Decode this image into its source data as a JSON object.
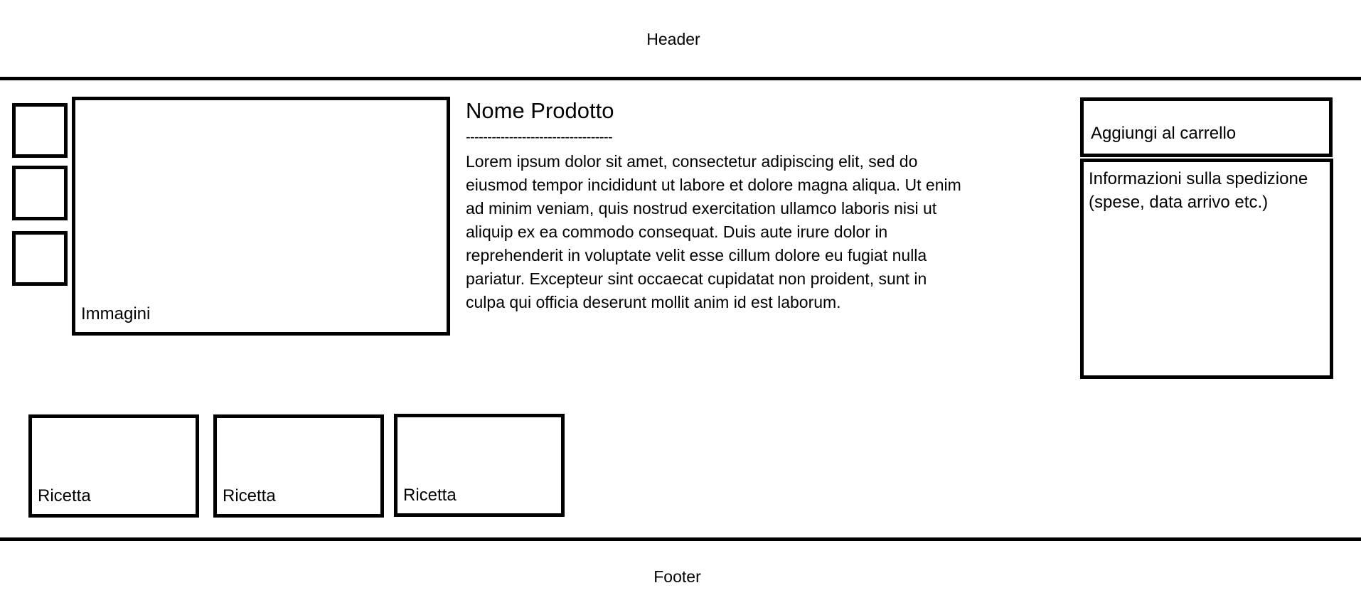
{
  "header": {
    "label": "Header"
  },
  "product": {
    "title": "Nome Prodotto",
    "divider": "----------------------------------",
    "description": "Lorem ipsum dolor sit amet, consectetur adipiscing elit, sed do eiusmod tempor incididunt ut labore et dolore magna aliqua. Ut enim ad minim veniam, quis nostrud exercitation ullamco laboris nisi ut aliquip ex ea commodo consequat. Duis aute irure dolor in reprehenderit in voluptate velit esse cillum dolore eu fugiat nulla pariatur. Excepteur sint occaecat cupidatat non proident, sunt in culpa qui officia deserunt mollit anim id est laborum."
  },
  "gallery": {
    "label": "Immagini"
  },
  "sidebar": {
    "cart_button_label": "Aggiungi al carrello",
    "shipping_info": "Informazioni sulla spedizione (spese, data arrivo etc.)"
  },
  "recipes": [
    {
      "label": "Ricetta"
    },
    {
      "label": "Ricetta"
    },
    {
      "label": "Ricetta"
    }
  ],
  "footer": {
    "label": "Footer"
  }
}
